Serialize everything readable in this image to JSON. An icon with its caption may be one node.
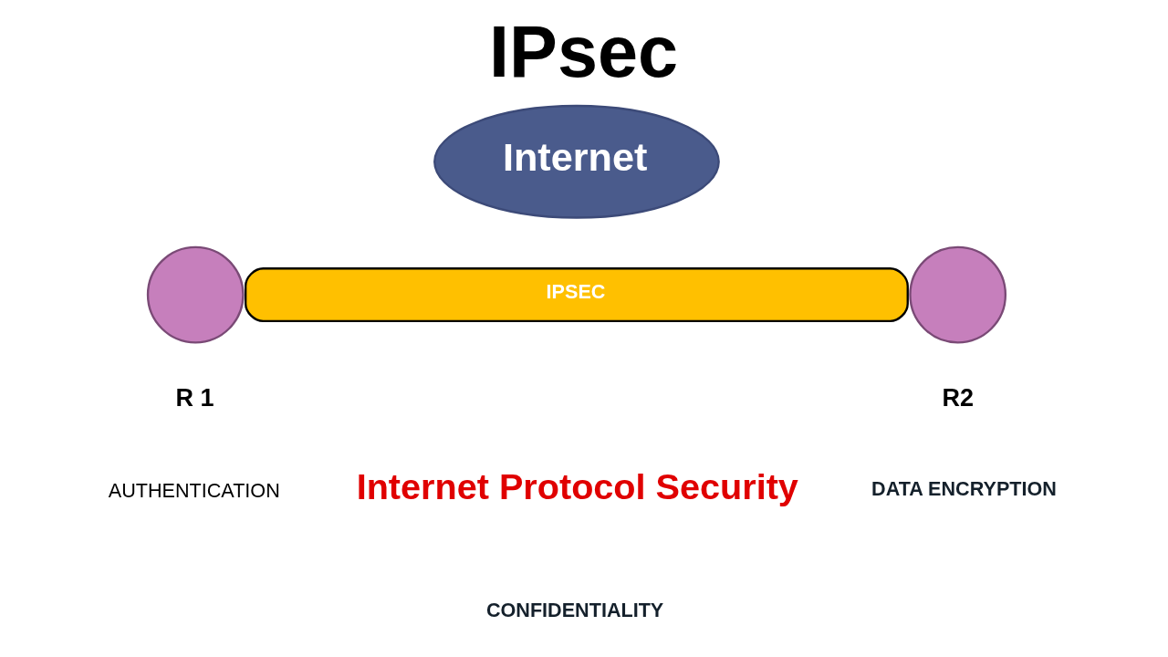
{
  "diagram": {
    "title": "IPsec",
    "nodes": [
      {
        "text": [
          "Internet"
        ]
      },
      {
        "text": [],
        "shape": "circle",
        "beside": [
          "R 1"
        ]
      },
      {
        "text": [
          "IPSEC"
        ]
      },
      {
        "text": [],
        "shape": "circle",
        "beside": [
          "R2"
        ]
      }
    ],
    "labels": [
      "AUTHENTICATION",
      "Internet Protocol Security",
      "DATA ENCRYPTION",
      "CONFIDENTIALITY"
    ]
  }
}
